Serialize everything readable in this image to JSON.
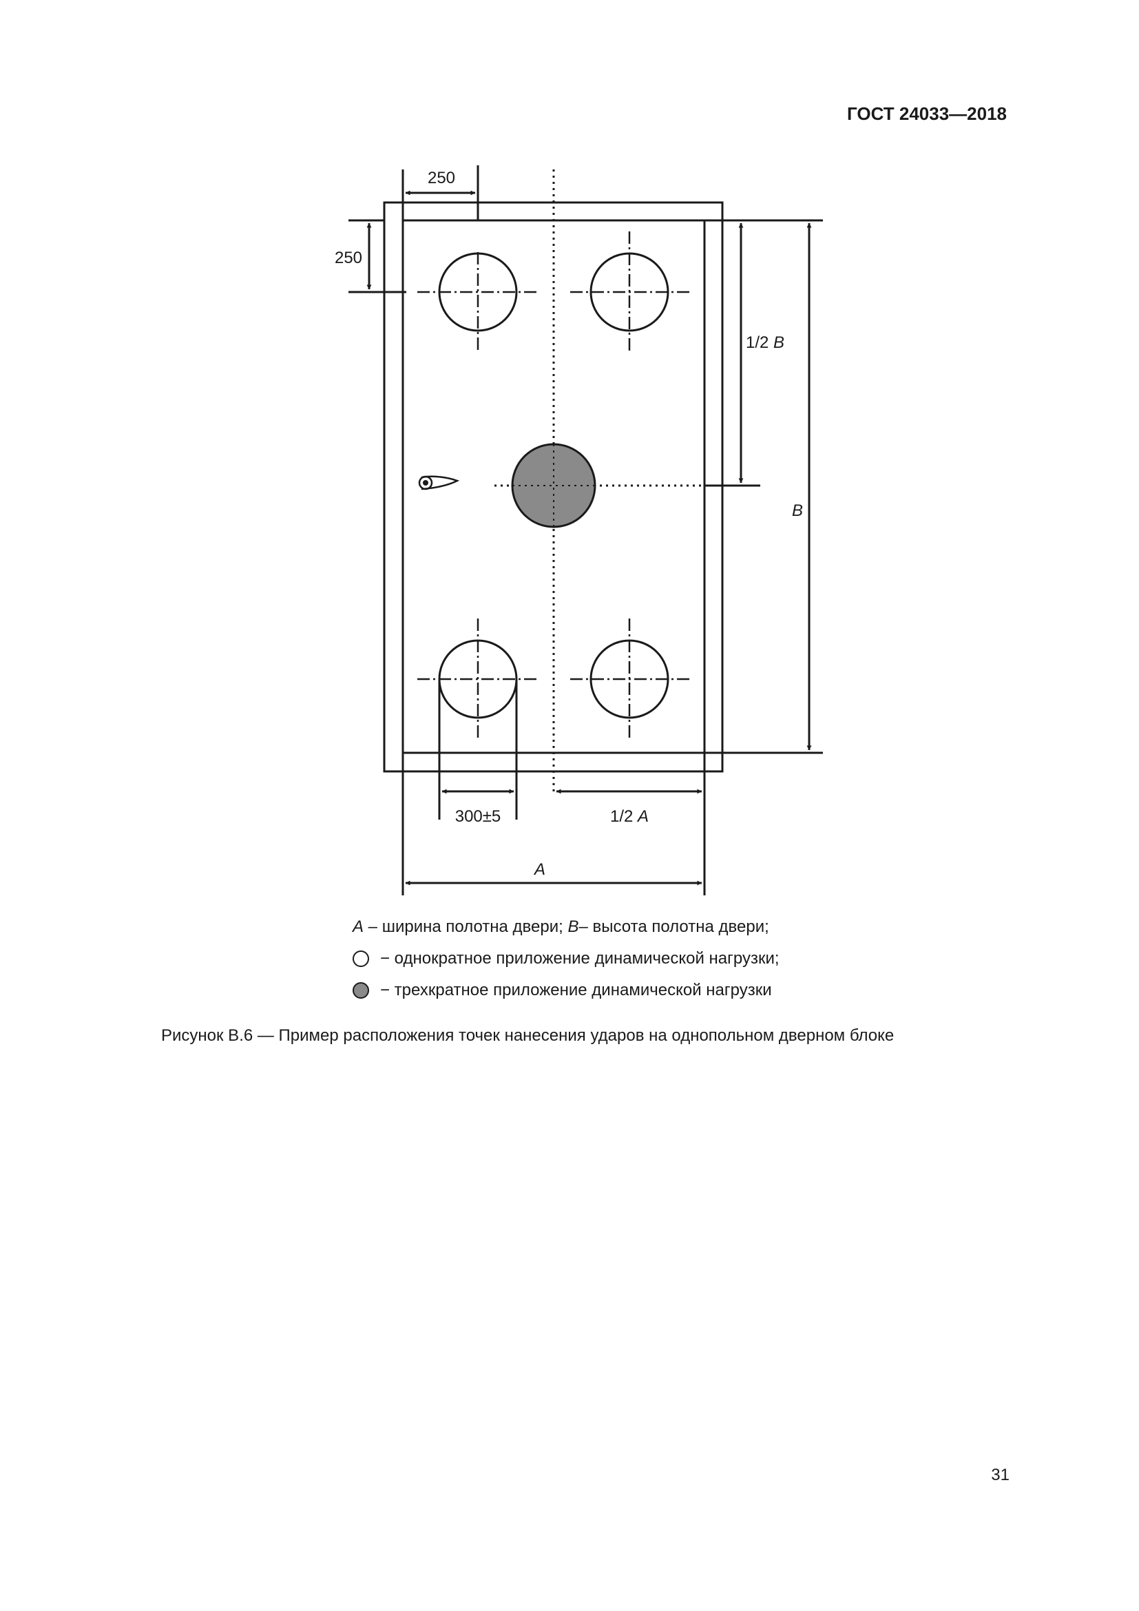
{
  "header": {
    "doc_id": "ГОСТ 24033—2018"
  },
  "figure": {
    "dim_top_width": "250",
    "dim_left_height": "250",
    "dim_half_b_num": "1/2 ",
    "dim_half_b_var": "B",
    "dim_b": "B",
    "dim_circle": "300±5",
    "dim_half_a_num": "1/2 ",
    "dim_half_a_var": "A",
    "dim_a": "A",
    "colors": {
      "line": "#1a1a1a",
      "filled_circle": "#8a8a8a"
    }
  },
  "legend": {
    "row1_var_a": "A",
    "row1_text_a": " – ширина полотна двери; ",
    "row1_var_b": "B",
    "row1_text_b": " – высота полотна двери;",
    "row2_text": "− однократное приложение динамической нагрузки;",
    "row3_text": "− трехкратное приложение динамической нагрузки"
  },
  "caption": "Рисунок В.6 — Пример расположения точек нанесения ударов на однопольном дверном блоке",
  "page_number": "31"
}
